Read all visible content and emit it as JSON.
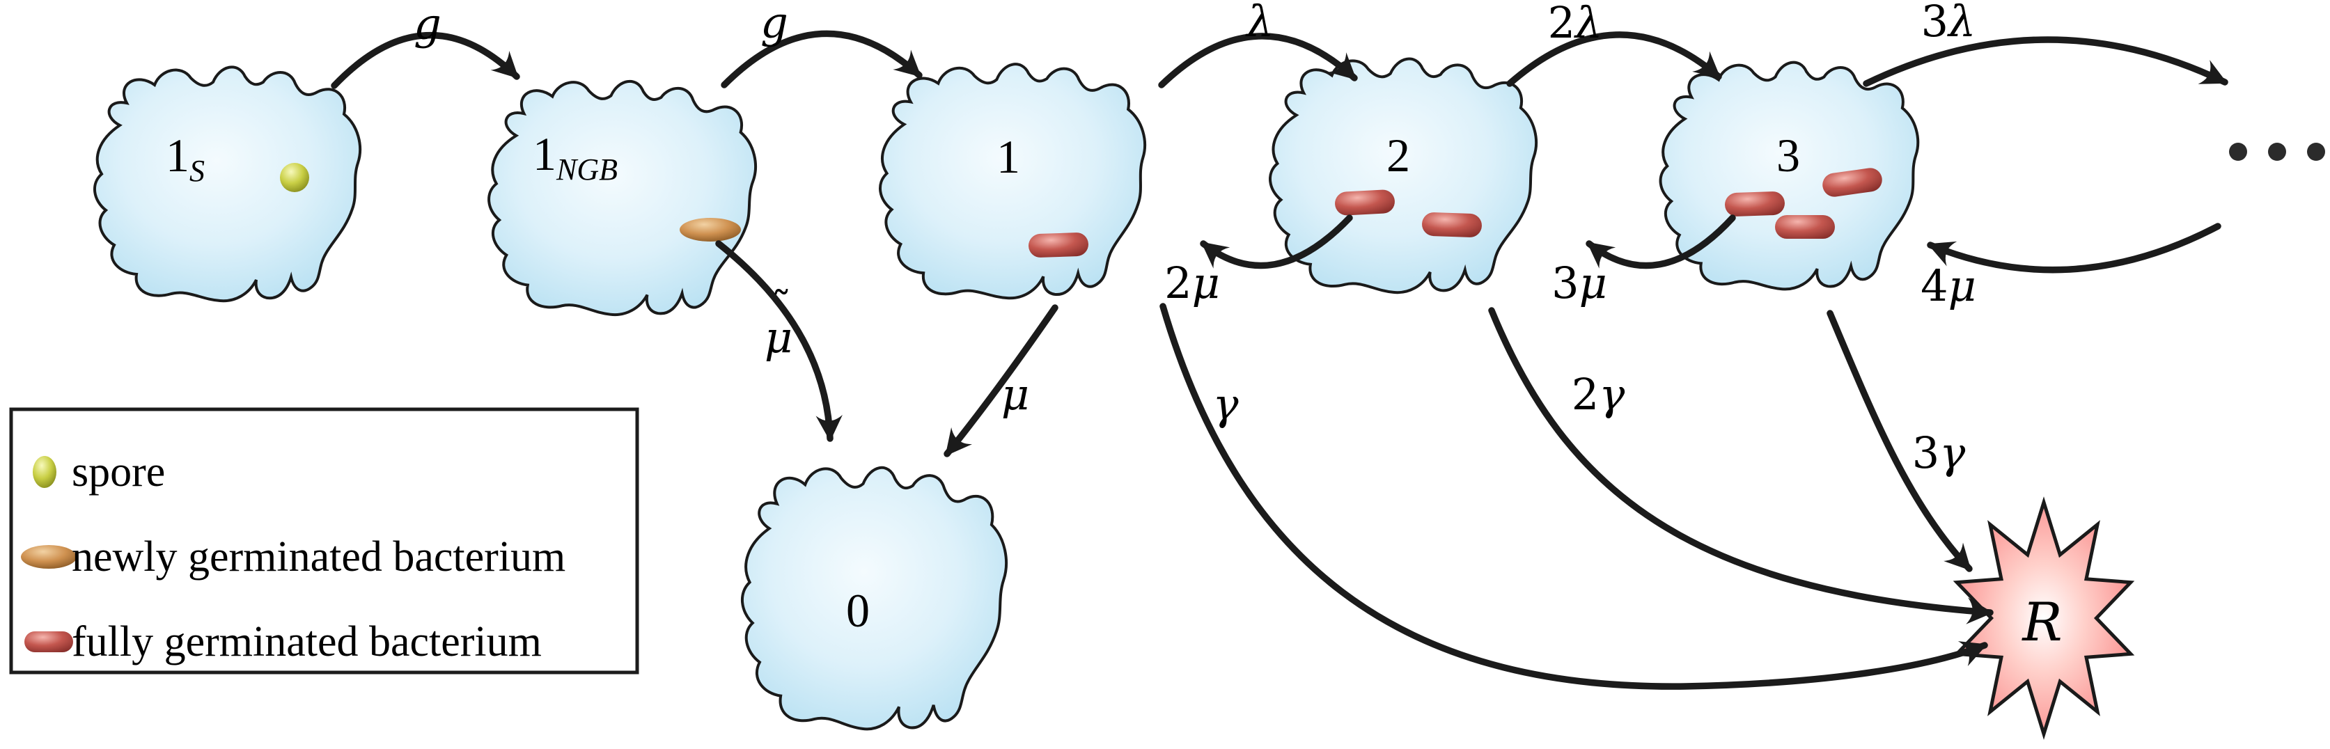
{
  "figure": {
    "type": "state-transition-diagram",
    "nodes": [
      {
        "id": "1S",
        "main": "1",
        "sub": "S"
      },
      {
        "id": "1NGB",
        "main": "1",
        "sub": "NGB"
      },
      {
        "id": "1",
        "main": "1",
        "sub": ""
      },
      {
        "id": "2",
        "main": "2",
        "sub": ""
      },
      {
        "id": "3",
        "main": "3",
        "sub": ""
      },
      {
        "id": "0",
        "main": "0",
        "sub": ""
      },
      {
        "id": "R",
        "main": "R",
        "sub": ""
      }
    ],
    "edges": [
      {
        "from": "1S",
        "to": "1NGB",
        "num": "",
        "sym": "g"
      },
      {
        "from": "1NGB",
        "to": "1",
        "num": "",
        "sym": "g"
      },
      {
        "from": "1",
        "to": "2",
        "num": "",
        "sym": "λ"
      },
      {
        "from": "2",
        "to": "3",
        "num": "2",
        "sym": "λ"
      },
      {
        "from": "3",
        "to": "…",
        "num": "3",
        "sym": "λ"
      },
      {
        "from": "2",
        "to": "1",
        "num": "2",
        "sym": "μ"
      },
      {
        "from": "3",
        "to": "2",
        "num": "3",
        "sym": "μ"
      },
      {
        "from": "…",
        "to": "3",
        "num": "4",
        "sym": "μ"
      },
      {
        "from": "1NGB",
        "to": "0",
        "num": "",
        "sym": "μ",
        "accent": "˜"
      },
      {
        "from": "1",
        "to": "0",
        "num": "",
        "sym": "μ"
      },
      {
        "from": "1",
        "to": "R",
        "num": "",
        "sym": "γ"
      },
      {
        "from": "2",
        "to": "R",
        "num": "2",
        "sym": "γ"
      },
      {
        "from": "3",
        "to": "R",
        "num": "3",
        "sym": "γ"
      }
    ],
    "legend": {
      "items": [
        {
          "icon": "spore-icon",
          "label": "spore"
        },
        {
          "icon": "newly-germinated-bacterium-icon",
          "label": "newly germinated bacterium"
        },
        {
          "icon": "fully-germinated-bacterium-icon",
          "label": "fully germinated bacterium"
        }
      ]
    }
  },
  "colors": {
    "background": "#ffffff",
    "arrow": "#1b1b1b",
    "outline": "#1a1a1a",
    "text": "#000000",
    "cell_center": "#f4fbfe",
    "cell_mid": "#ddf1fa",
    "cell_edge": "#aedcf0",
    "spore_hi": "#f7f9bc",
    "spore_body": "#c9cf45",
    "spore_dark": "#7e8418",
    "ngb_hi": "#f2d2a4",
    "ngb_body": "#cf9150",
    "ngb_dark": "#7d4f1d",
    "fgb_hi": "#f5b5ae",
    "fgb_body": "#c4574f",
    "fgb_dark": "#7c2724",
    "star_center": "#ffffff",
    "star_mid": "#ffd0ca",
    "star_edge": "#f98080",
    "legend_border": "#1c1c1c",
    "dots": "#2b2b2b"
  }
}
